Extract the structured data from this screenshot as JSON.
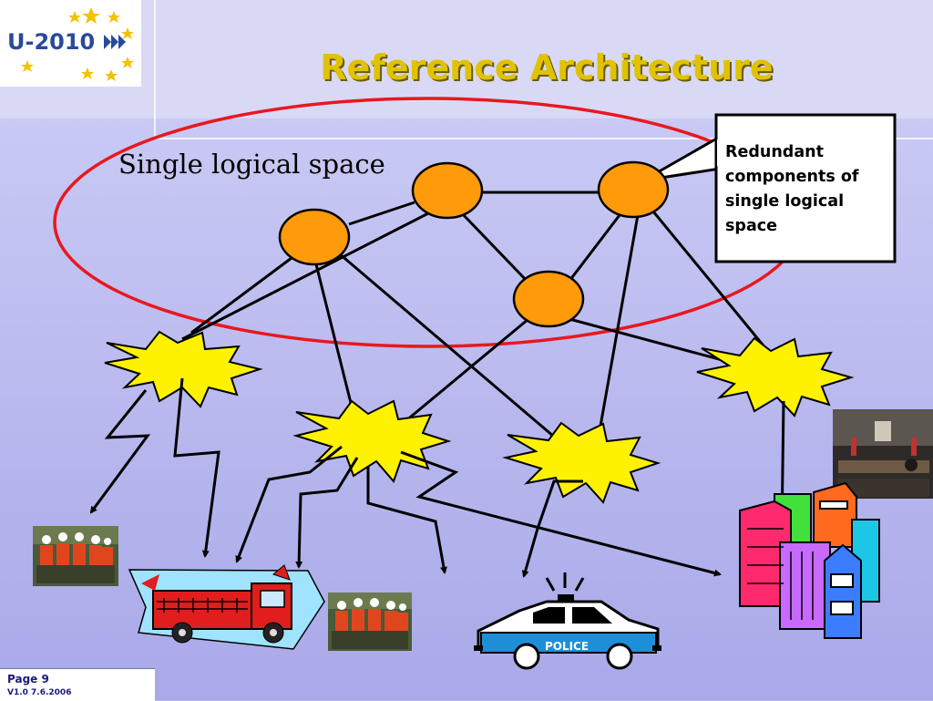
{
  "header": {
    "logo_text": "U-2010",
    "title": "Reference Architecture"
  },
  "diagram": {
    "space_label": "Single logical space",
    "callout": "Redundant components of single logical space",
    "police_label": "POLICE"
  },
  "footer": {
    "page_label": "Page",
    "page_number": "9",
    "version": "V1.0 7.6.2006"
  },
  "colors": {
    "title": "#e0c200",
    "node": "#ff9a0a",
    "ellipse": "#e8181e",
    "burst": "#fff200"
  }
}
